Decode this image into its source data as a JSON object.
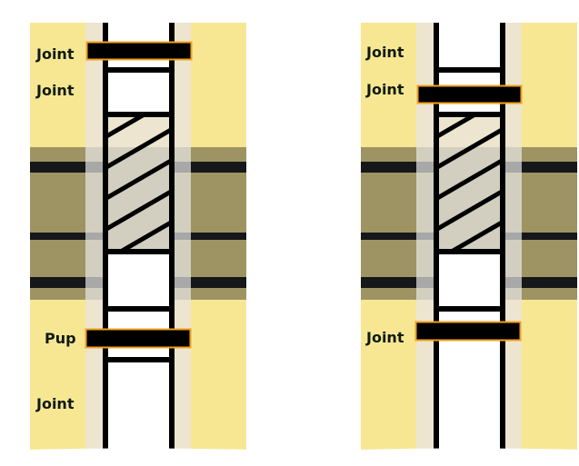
{
  "colors": {
    "formation_light": "#f7e793",
    "formation_dark": "#9e9463",
    "formation_stripe": "#161719",
    "cement": "#ede5cf",
    "cement_in_zone": "#d2cfc0",
    "stripe_in_cement": "#a8a8a8",
    "pipe": "#000000",
    "marker_fill": "#000000",
    "marker_border": "#f0a01e"
  },
  "left_panel": {
    "labels": [
      "Joint",
      "Joint",
      "Pup",
      "Joint"
    ]
  },
  "right_panel": {
    "labels": [
      "Joint",
      "Joint",
      "Joint"
    ]
  }
}
